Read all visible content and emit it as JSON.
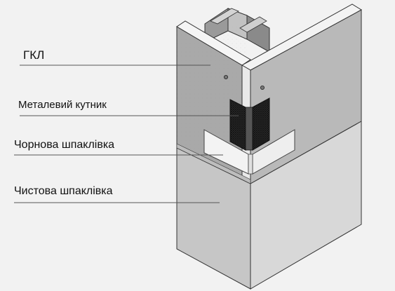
{
  "labels": {
    "gkl": "ГКЛ",
    "metal_corner": "Металевий кутник",
    "rough_putty": "Чорнова шпаклівка",
    "finish_putty": "Чистова шпаклівка"
  },
  "colors": {
    "background": "#f2f2f2",
    "board_left": "#a8a8a8",
    "board_right": "#bcbcbc",
    "board_top_edge": "#f4f4f4",
    "finish_left": "#c4c4c4",
    "finish_right": "#d6d6d6",
    "rough_putty": "#f1f1f1",
    "metal_mesh": "#2b2b2b",
    "profile": "#8e8e8e",
    "leader_line": "#555555"
  }
}
